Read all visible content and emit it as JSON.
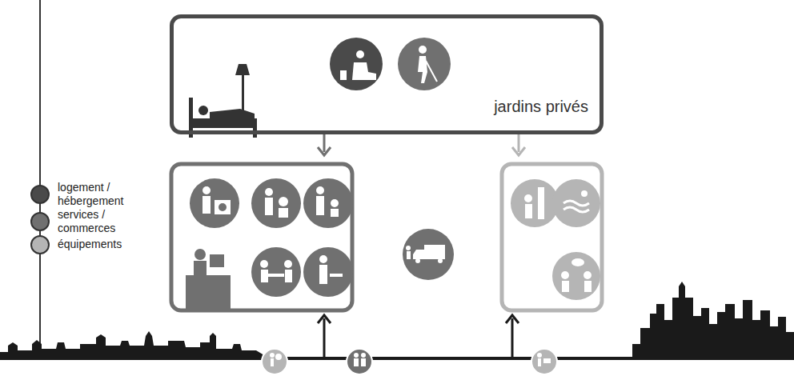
{
  "diagram": {
    "nodes": [
      {
        "text": [
          "jardins privés"
        ]
      }
    ],
    "legend": [
      {
        "text": "logement / hébergement",
        "color": "#4a4a4a"
      },
      {
        "text": "services / commerces",
        "color": "#707070"
      },
      {
        "text": "équipements",
        "color": "#b5b5b5"
      }
    ]
  }
}
